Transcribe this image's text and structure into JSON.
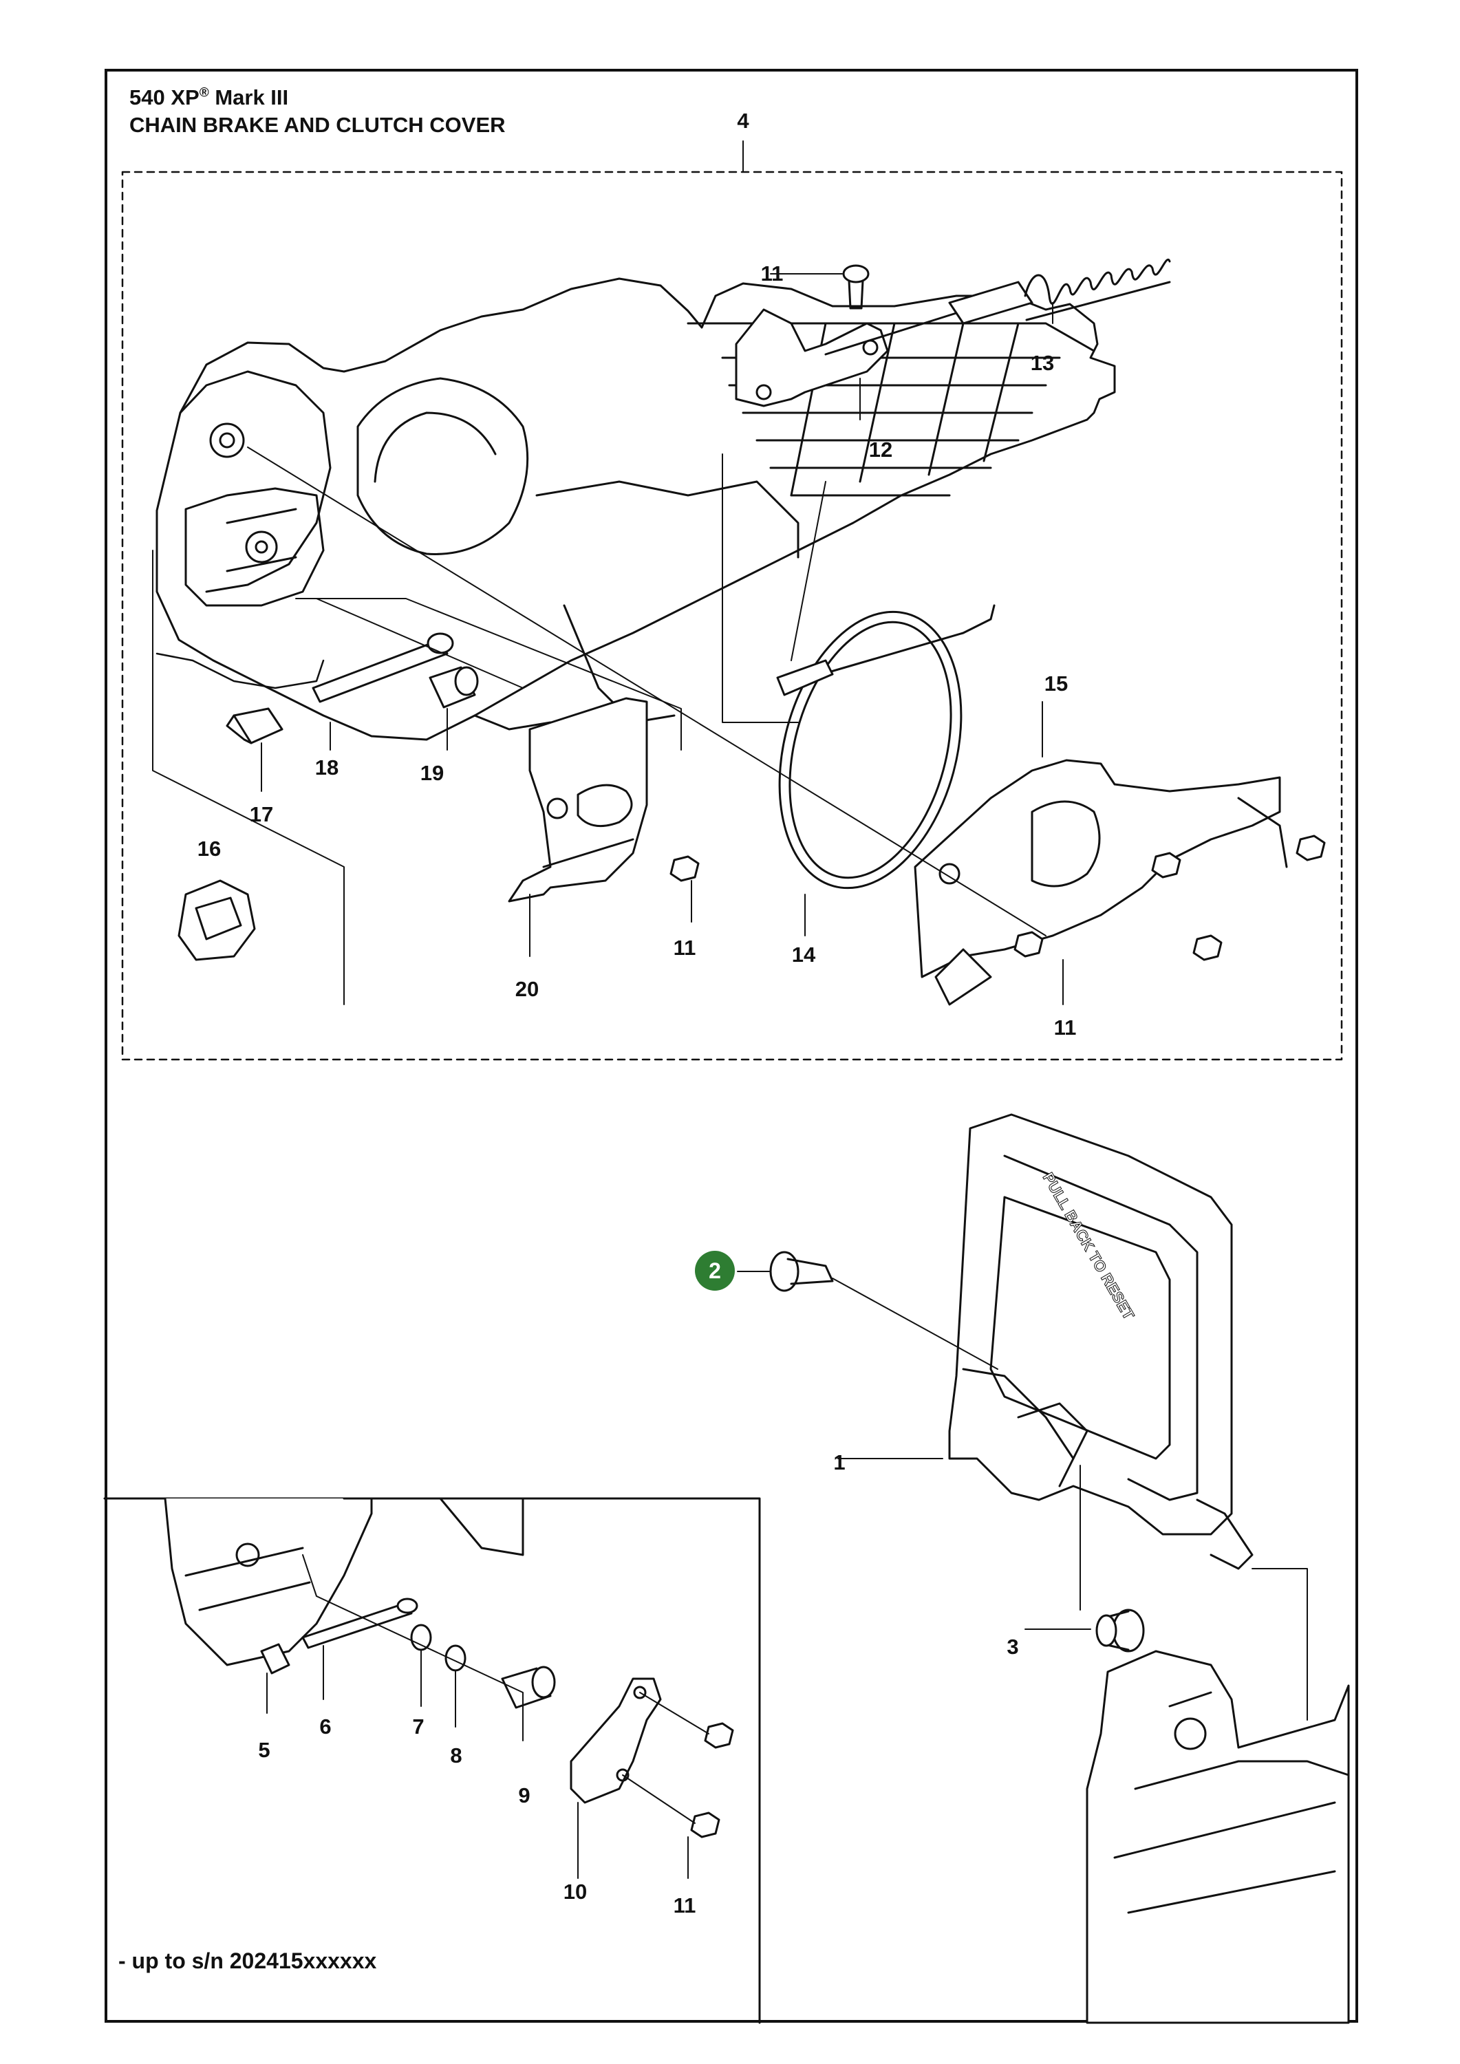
{
  "title": {
    "model": "540 XP",
    "model_mark": "®",
    "model_suffix": " Mark III",
    "section": "CHAIN BRAKE AND CLUTCH COVER"
  },
  "callouts": {
    "c4": "4",
    "c11a": "11",
    "c13": "13",
    "c12": "12",
    "c15": "15",
    "c18": "18",
    "c19": "19",
    "c17": "17",
    "c16": "16",
    "c11b": "11",
    "c14": "14",
    "c20": "20",
    "c11c": "11",
    "c2": "2",
    "c1": "1",
    "c3": "3",
    "c5": "5",
    "c6": "6",
    "c7": "7",
    "c8": "8",
    "c9": "9",
    "c10": "10",
    "c11d": "11"
  },
  "handle_text": "PULL BACK TO RESET",
  "note": "- up to s/n 202415xxxxxx",
  "colors": {
    "badge": "#2e7d32",
    "line": "#111111"
  }
}
